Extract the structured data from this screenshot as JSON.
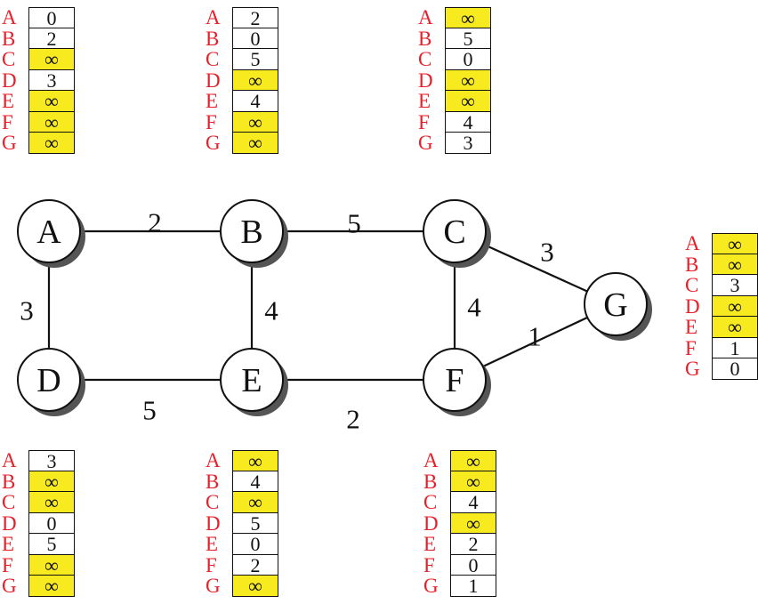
{
  "nodes": [
    {
      "id": "A",
      "label": "A"
    },
    {
      "id": "B",
      "label": "B"
    },
    {
      "id": "C",
      "label": "C"
    },
    {
      "id": "D",
      "label": "D"
    },
    {
      "id": "E",
      "label": "E"
    },
    {
      "id": "F",
      "label": "F"
    },
    {
      "id": "G",
      "label": "G"
    }
  ],
  "edges": [
    {
      "from": "A",
      "to": "B",
      "weight": "2"
    },
    {
      "from": "B",
      "to": "C",
      "weight": "5"
    },
    {
      "from": "C",
      "to": "G",
      "weight": "3"
    },
    {
      "from": "A",
      "to": "D",
      "weight": "3"
    },
    {
      "from": "B",
      "to": "E",
      "weight": "4"
    },
    {
      "from": "C",
      "to": "F",
      "weight": "4"
    },
    {
      "from": "F",
      "to": "G",
      "weight": "1"
    },
    {
      "from": "D",
      "to": "E",
      "weight": "5"
    },
    {
      "from": "E",
      "to": "F",
      "weight": "2"
    }
  ],
  "row_labels": [
    "A",
    "B",
    "C",
    "D",
    "E",
    "F",
    "G"
  ],
  "infinity_symbol": "∞",
  "tables": [
    {
      "node": "A",
      "values": [
        "0",
        "2",
        "∞",
        "3",
        "∞",
        "∞",
        "∞"
      ]
    },
    {
      "node": "B",
      "values": [
        "2",
        "0",
        "5",
        "∞",
        "4",
        "∞",
        "∞"
      ]
    },
    {
      "node": "C",
      "values": [
        "∞",
        "5",
        "0",
        "∞",
        "∞",
        "4",
        "3"
      ]
    },
    {
      "node": "D",
      "values": [
        "3",
        "∞",
        "∞",
        "0",
        "5",
        "∞",
        "∞"
      ]
    },
    {
      "node": "E",
      "values": [
        "∞",
        "4",
        "∞",
        "5",
        "0",
        "2",
        "∞"
      ]
    },
    {
      "node": "F",
      "values": [
        "∞",
        "∞",
        "4",
        "∞",
        "2",
        "0",
        "1"
      ]
    },
    {
      "node": "G",
      "values": [
        "∞",
        "∞",
        "3",
        "∞",
        "∞",
        "1",
        "0"
      ]
    }
  ],
  "colors": {
    "label_red": "#e8202a",
    "infinity_fill": "#f7ea1f",
    "line": "#111111",
    "node_shadow": "#555555"
  }
}
